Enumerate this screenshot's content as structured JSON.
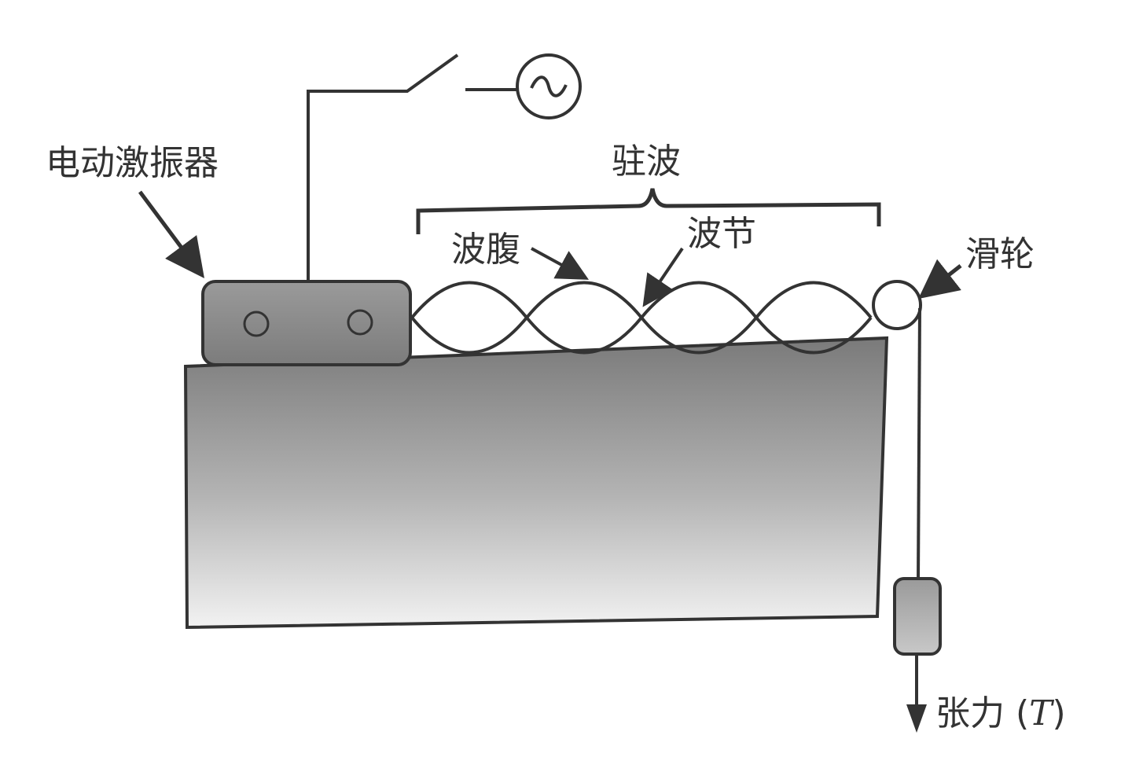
{
  "labels": {
    "exciter": "电动激振器",
    "standing_wave": "驻波",
    "antinode": "波腹",
    "node": "波节",
    "pulley": "滑轮",
    "tension_prefix": "张力 (",
    "tension_symbol": "T",
    "tension_suffix": ")"
  },
  "ac_source_symbol": "~",
  "colors": {
    "line": "#333333",
    "table_top": "#7a7a7a",
    "table_bottom": "#f4f4f4",
    "box_fill": "#8a8a8a"
  }
}
